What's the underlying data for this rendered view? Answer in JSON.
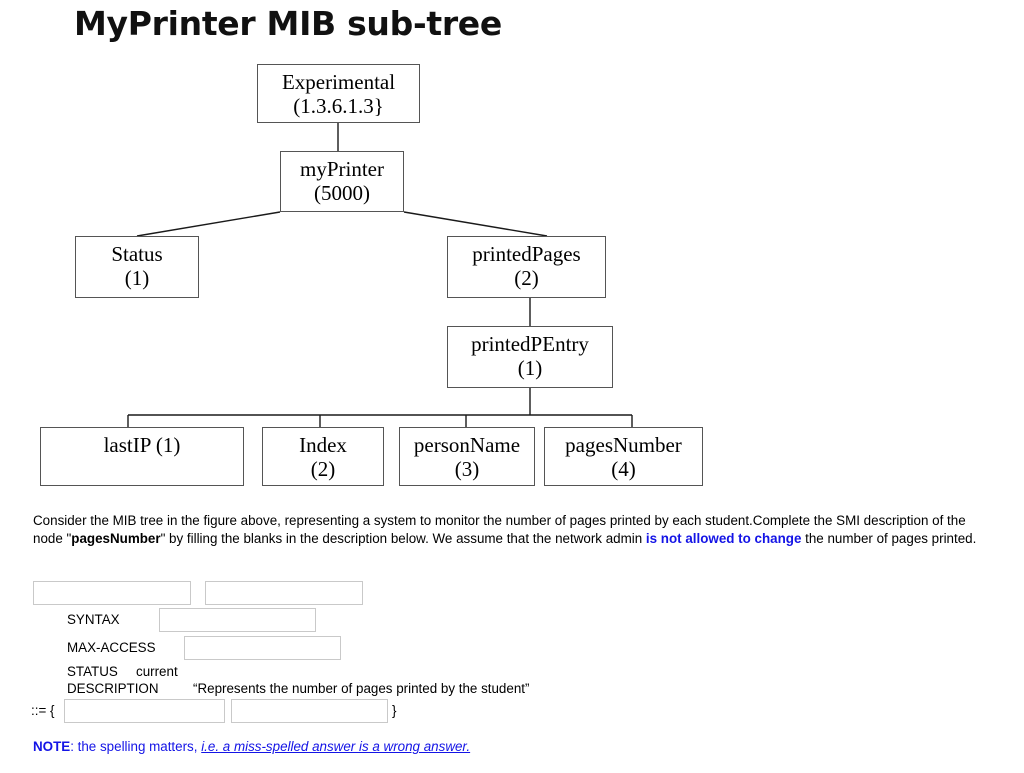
{
  "title": "MyPrinter MIB sub-tree",
  "diagram": {
    "nodes": [
      {
        "name": "experimental",
        "line1": "Experimental",
        "line2": "(1.3.6.1.3}"
      },
      {
        "name": "myprinter",
        "line1": "myPrinter",
        "line2": "(5000)"
      },
      {
        "name": "status",
        "line1": "Status",
        "line2": "(1)"
      },
      {
        "name": "printedpages",
        "line1": "printedPages",
        "line2": "(2)"
      },
      {
        "name": "printedpentry",
        "line1": "printedPEntry",
        "line2": "(1)"
      },
      {
        "name": "lastip",
        "line1": "lastIP (1)",
        "line2": ""
      },
      {
        "name": "index",
        "line1": "Index",
        "line2": "(2)"
      },
      {
        "name": "personname",
        "line1": "personName",
        "line2": "(3)"
      },
      {
        "name": "pagesnumber",
        "line1": "pagesNumber",
        "line2": "(4)"
      }
    ]
  },
  "question": {
    "part1": "Consider the MIB tree in the figure above, representing a system to monitor the number of pages printed by each student.Complete the SMI description of the node \"",
    "bold_node": "pagesNumber",
    "part2": "\" by filling the blanks in the description below. We assume that the network admin ",
    "blue_emphasis": "is not allowed to change",
    "part3": " the number of pages printed."
  },
  "form": {
    "field_name_value": "",
    "field_name_placeholder": "",
    "field_type_value": "",
    "field_type_placeholder": "",
    "syntax_label": "SYNTAX",
    "syntax_value": "",
    "syntax_placeholder": "",
    "max_access_label": "MAX-ACCESS",
    "max_access_value": "",
    "max_access_placeholder": "",
    "status_label": "STATUS",
    "status_value": "current",
    "description_label": "DESCRIPTION",
    "description_value": "“Represents the number of pages printed by the student”",
    "oid_prefix": "::= {",
    "oid_parent_value": "",
    "oid_parent_placeholder": "",
    "oid_index_value": "",
    "oid_index_placeholder": "",
    "oid_suffix": "}"
  },
  "note": {
    "lead": "NOTE",
    "middle": ": the spelling matters, ",
    "emphasis": "i.e. a miss-spelled answer is a wrong answer."
  },
  "colors": {
    "accent_blue": "#1414e6",
    "box_border": "#555555",
    "field_border": "#c9c9c9"
  }
}
